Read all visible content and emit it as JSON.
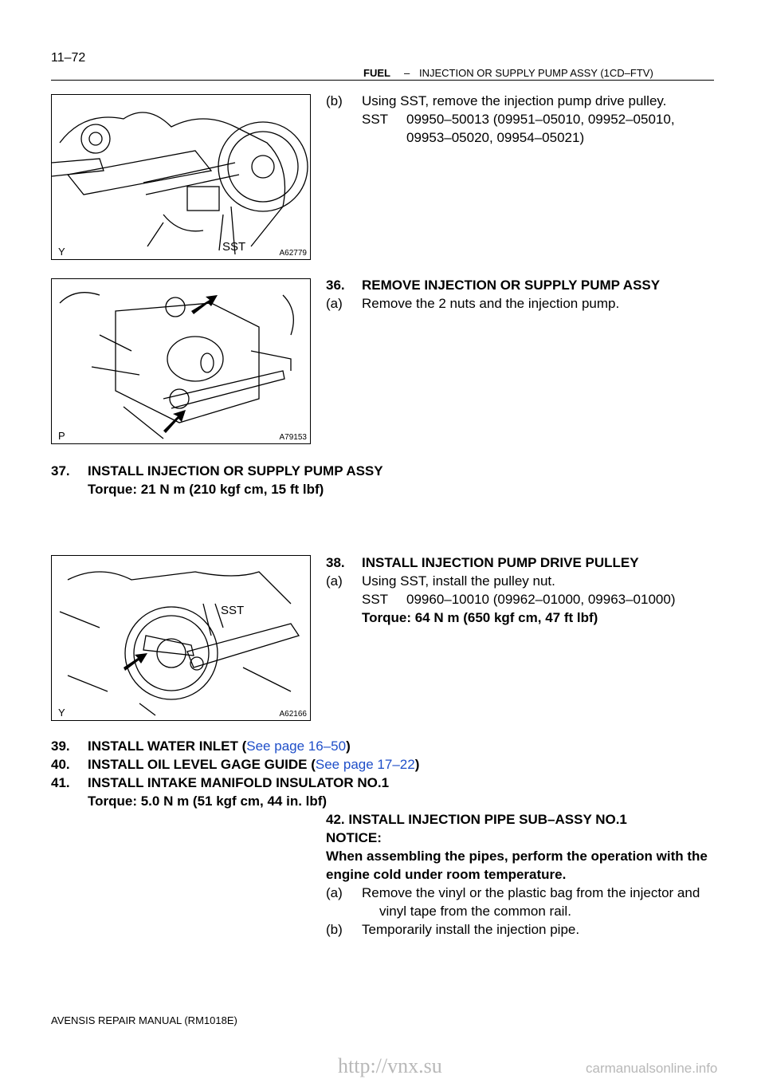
{
  "header": {
    "page_number": "11–72",
    "section": "FUEL",
    "separator": "–",
    "subtitle": "INJECTION OR SUPPLY PUMP ASSY (1CD–FTV)"
  },
  "figures": [
    {
      "id": "A62779",
      "letter": "Y",
      "label": "SST"
    },
    {
      "id": "A79153",
      "letter": "P",
      "label": ""
    },
    {
      "id": "A62166",
      "letter": "Y",
      "label": "SST"
    }
  ],
  "steps": {
    "b_remove_pulley": {
      "marker": "(b)",
      "text": "Using SST, remove the injection pump drive pulley.",
      "sst_label": "SST",
      "sst_line1": "09950–50013  (09951–05010,  09952–05010,",
      "sst_line2": "09953–05020,  09954–05021)"
    },
    "s36": {
      "number": "36.",
      "title": "REMOVE INJECTION OR SUPPLY PUMP ASSY"
    },
    "s36a": {
      "marker": "(a)",
      "text": "Remove the 2 nuts and the injection pump."
    },
    "s37": {
      "number": "37.",
      "title": "INSTALL INJECTION OR SUPPLY PUMP ASSY",
      "torque": "Torque: 21 N m (210 kgf cm, 15 ft lbf)"
    },
    "s38": {
      "number": "38.",
      "title": "INSTALL INJECTION PUMP DRIVE PULLEY"
    },
    "s38a": {
      "marker": "(a)",
      "text": "Using SST, install the pulley nut.",
      "sst_label": "SST",
      "sst_line": "09960–10010  (09962–01000,  09963–01000)",
      "torque": "Torque: 64 N m (650 kgf cm, 47 ft lbf)"
    },
    "s39": {
      "number": "39.",
      "title": "INSTALL WATER INLET (",
      "link": "See page 16–50",
      "close": ")"
    },
    "s40": {
      "number": "40.",
      "title": "INSTALL OIL LEVEL GAGE GUIDE (",
      "link": "See page 17–22",
      "close": ")"
    },
    "s41": {
      "number": "41.",
      "title": "INSTALL INTAKE MANIFOLD INSULATOR NO.1",
      "torque": "Torque: 5.0 N m (51 kgf cm, 44 in. lbf)"
    },
    "s42": {
      "title": "42.   INSTALL INJECTION PIPE SUB–ASSY NO.1",
      "notice_label": "NOTICE:",
      "notice_line1": "When assembling the pipes, perform the operation with the",
      "notice_line2": "engine cold under room temperature."
    },
    "s42a": {
      "marker": "(a)",
      "line1": "Remove the vinyl or the plastic bag from the injector and",
      "line2": "vinyl tape from the common rail."
    },
    "s42b": {
      "marker": "(b)",
      "text": "Temporarily install the injection pipe."
    }
  },
  "footer": {
    "manual": "AVENSIS REPAIR MANUAL   (RM1018E)",
    "watermark_url": "http://vnx.su",
    "watermark_site": "carmanualsonline.info"
  }
}
